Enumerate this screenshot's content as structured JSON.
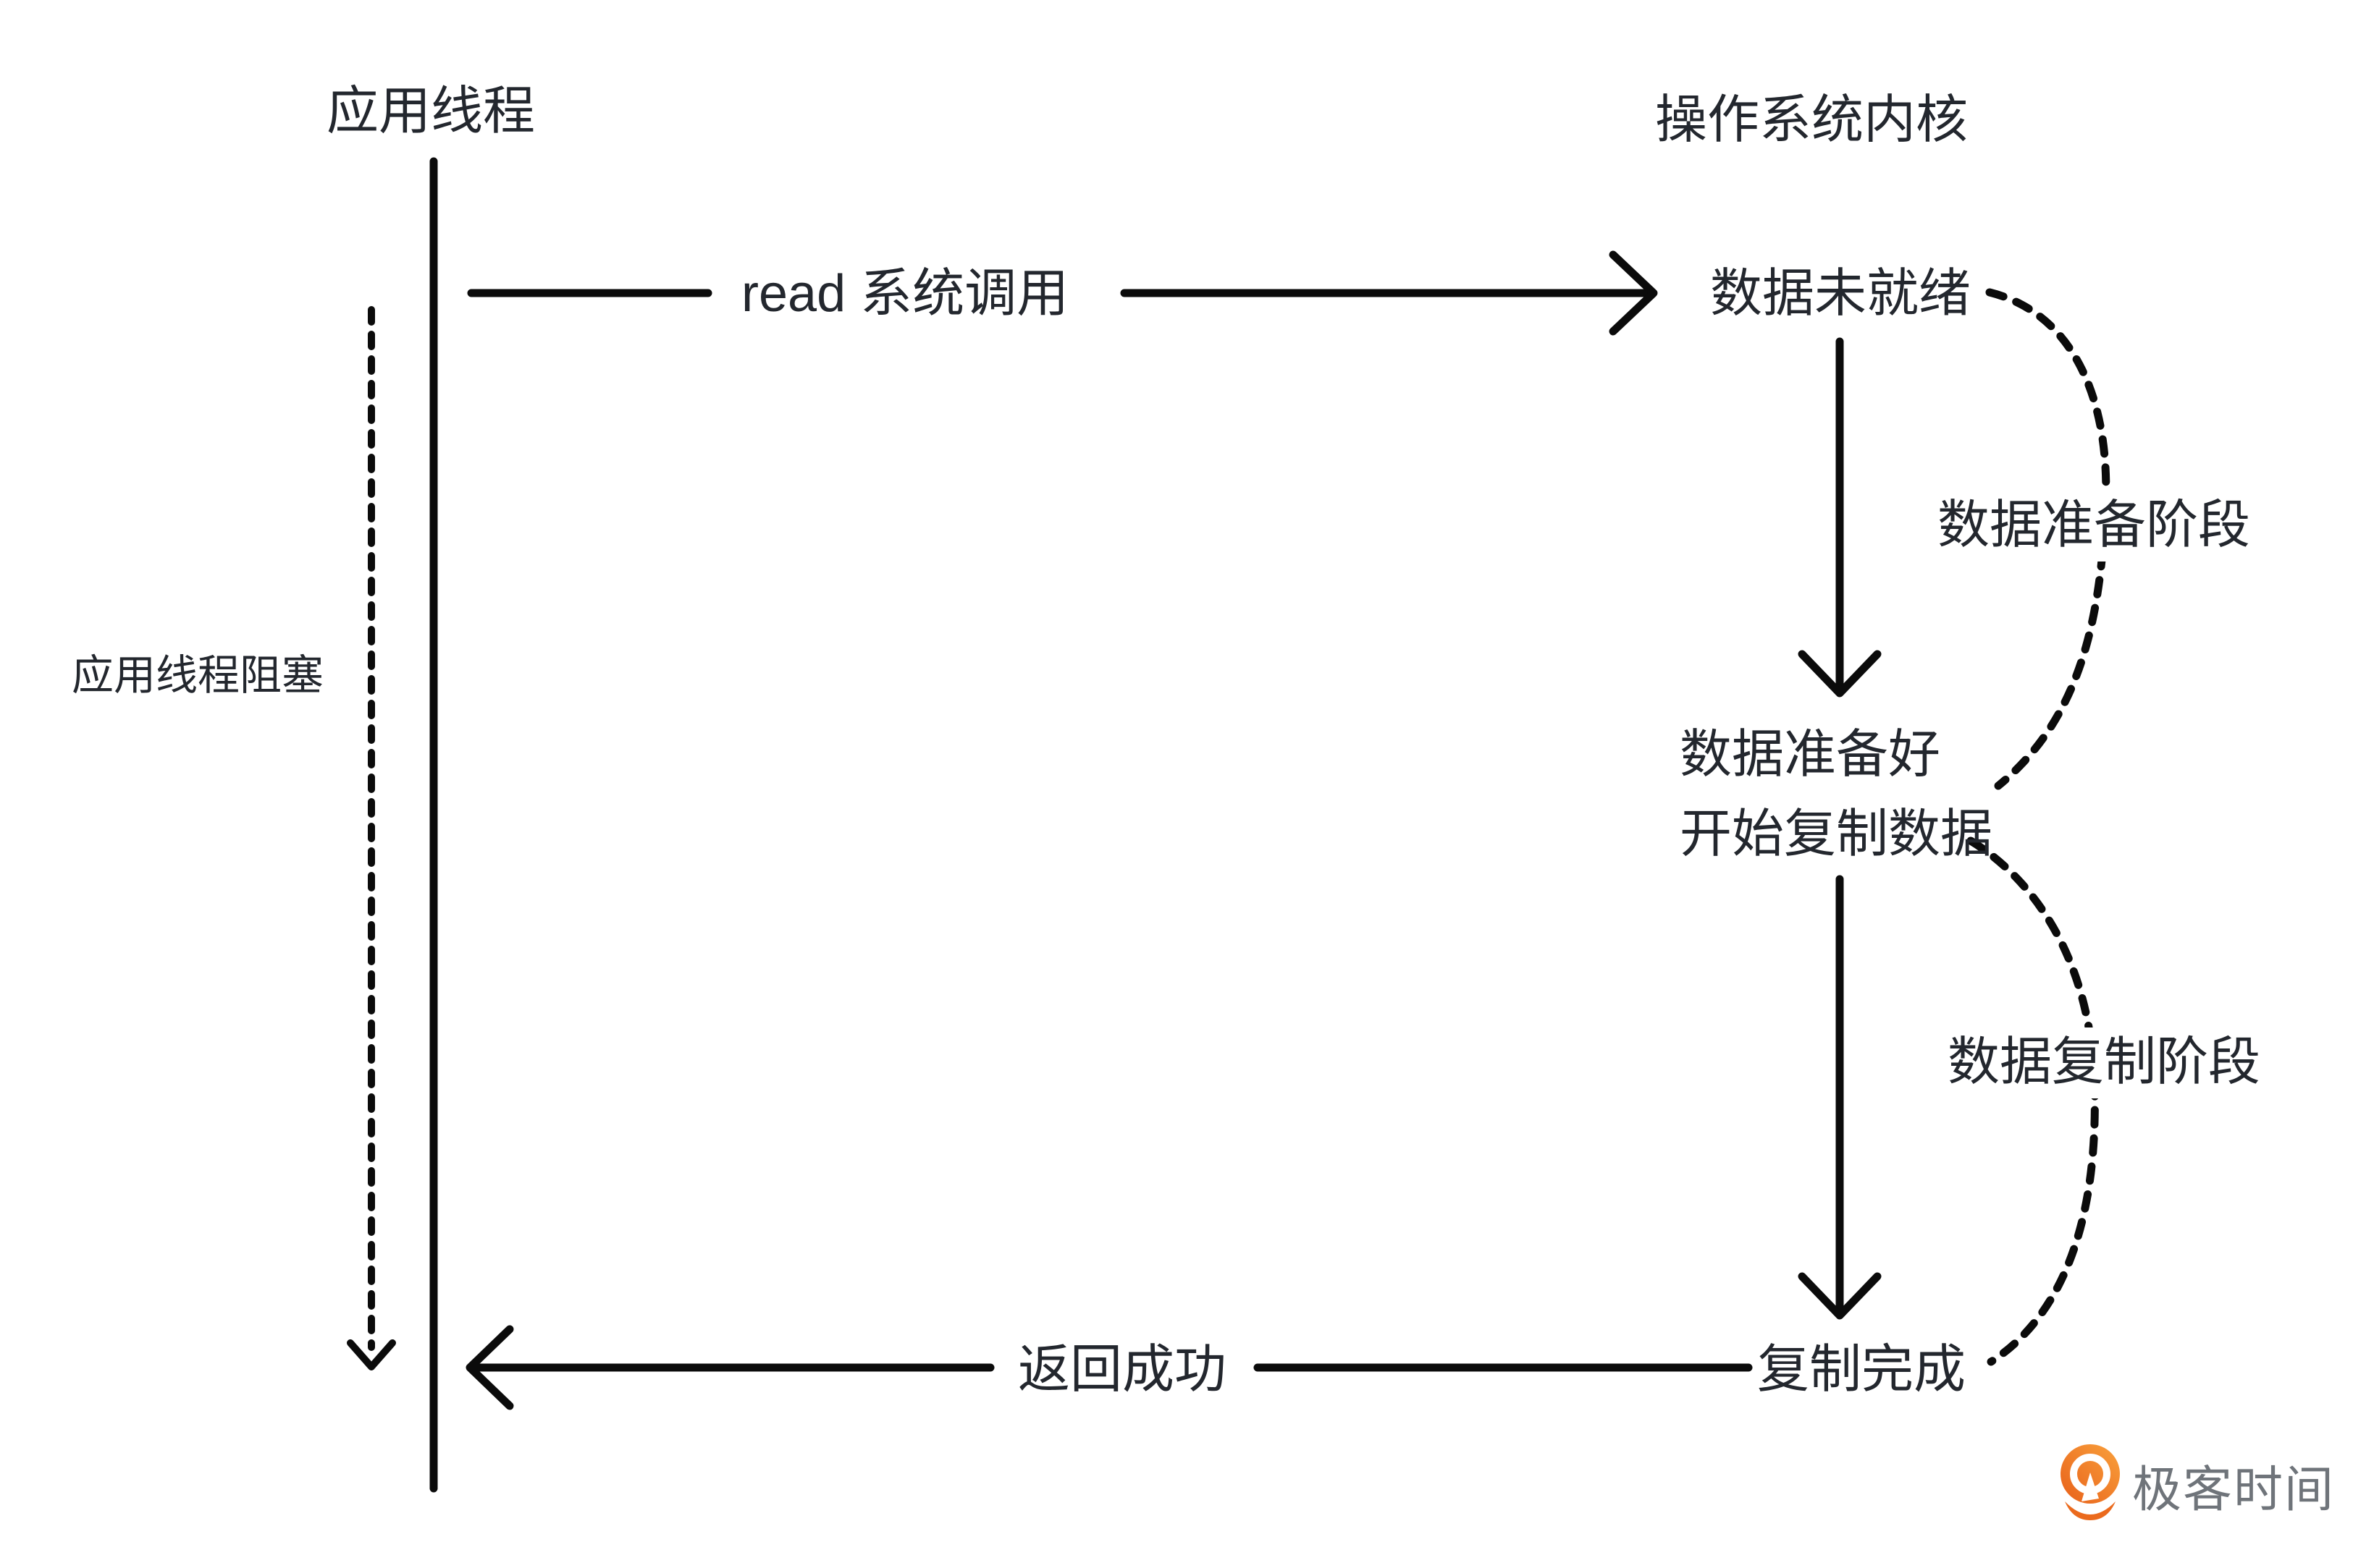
{
  "diagram": {
    "left_column": {
      "header": "应用线程",
      "blocked_label": "应用线程阻塞"
    },
    "right_column": {
      "header": "操作系统内核"
    },
    "nodes": {
      "data_not_ready": "数据未就绪",
      "data_ready_line1": "数据准备好",
      "data_ready_line2": "开始复制数据",
      "copy_done": "复制完成"
    },
    "edges": {
      "read_syscall": "read 系统调用",
      "return_success": "返回成功"
    },
    "phases": {
      "prepare": "数据准备阶段",
      "copy": "数据复制阶段"
    }
  },
  "branding": {
    "logo_text": "极客时间",
    "logo_icon": "geektime-logo-icon",
    "logo_orange": "#EE6A1F",
    "logo_orange_light": "#F9A13C",
    "logo_text_color": "#6F747A"
  },
  "colors": {
    "background": "#FFFFFF",
    "text": "#23272E",
    "line": "#0B0B0B"
  }
}
